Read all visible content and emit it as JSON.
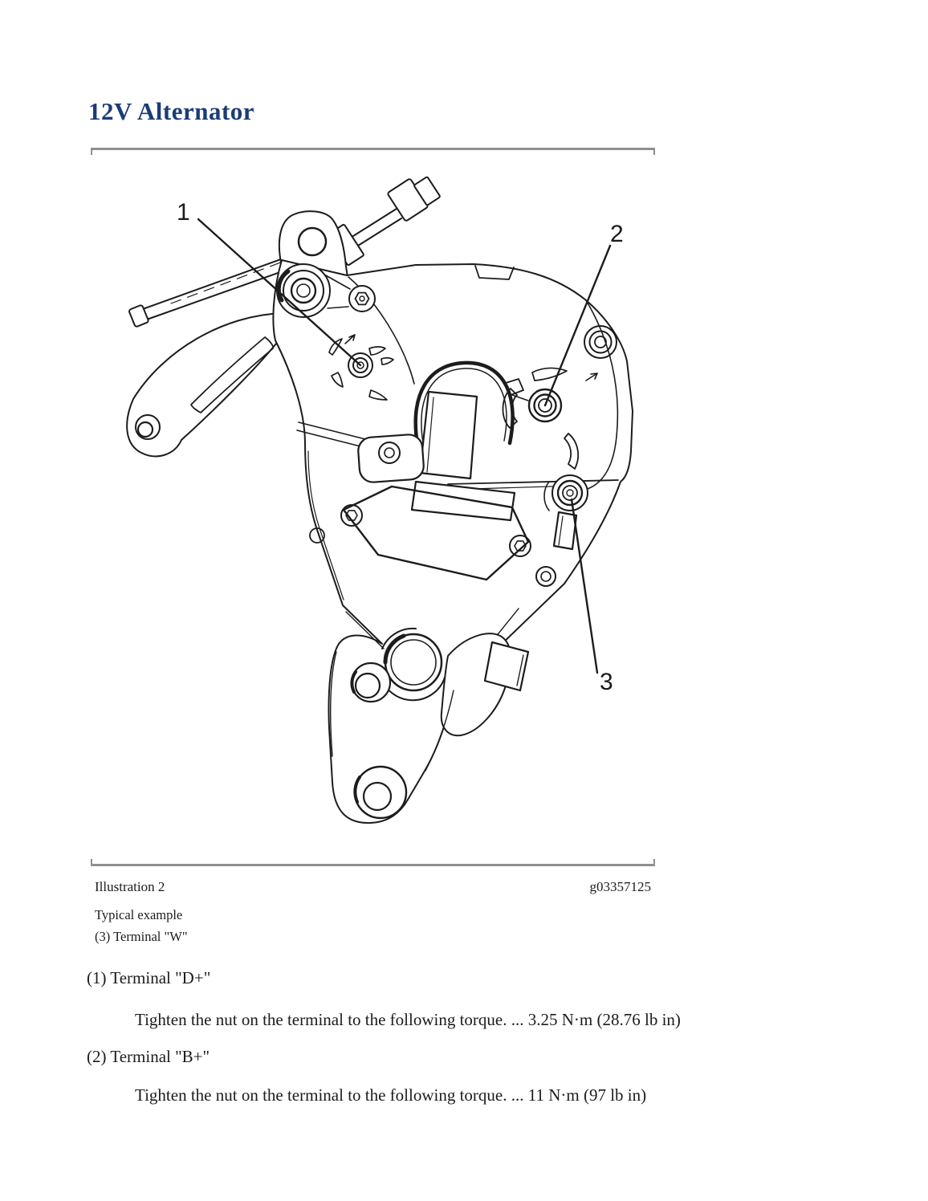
{
  "page": {
    "title": "12V Alternator"
  },
  "figure": {
    "callouts": [
      {
        "n": "1"
      },
      {
        "n": "2"
      },
      {
        "n": "3"
      }
    ]
  },
  "caption": {
    "label": "Illustration 2",
    "code": "g03357125",
    "subcaption": "Typical example",
    "legend": "(3) Terminal \"W\""
  },
  "body": {
    "items": [
      {
        "label": "(1) Terminal \"D+\"",
        "detail": "Tighten the nut on the terminal to the following torque. ... 3.25 N·m (28.76 lb in)"
      },
      {
        "label": "(2) Terminal \"B+\"",
        "detail": "Tighten the nut on the terminal to the following torque. ... 11 N·m (97 lb in)"
      }
    ]
  },
  "colors": {
    "title": "#1b3c78",
    "rule": "#8f8f8f",
    "ink": "#1c1c1c",
    "background": "#ffffff"
  }
}
